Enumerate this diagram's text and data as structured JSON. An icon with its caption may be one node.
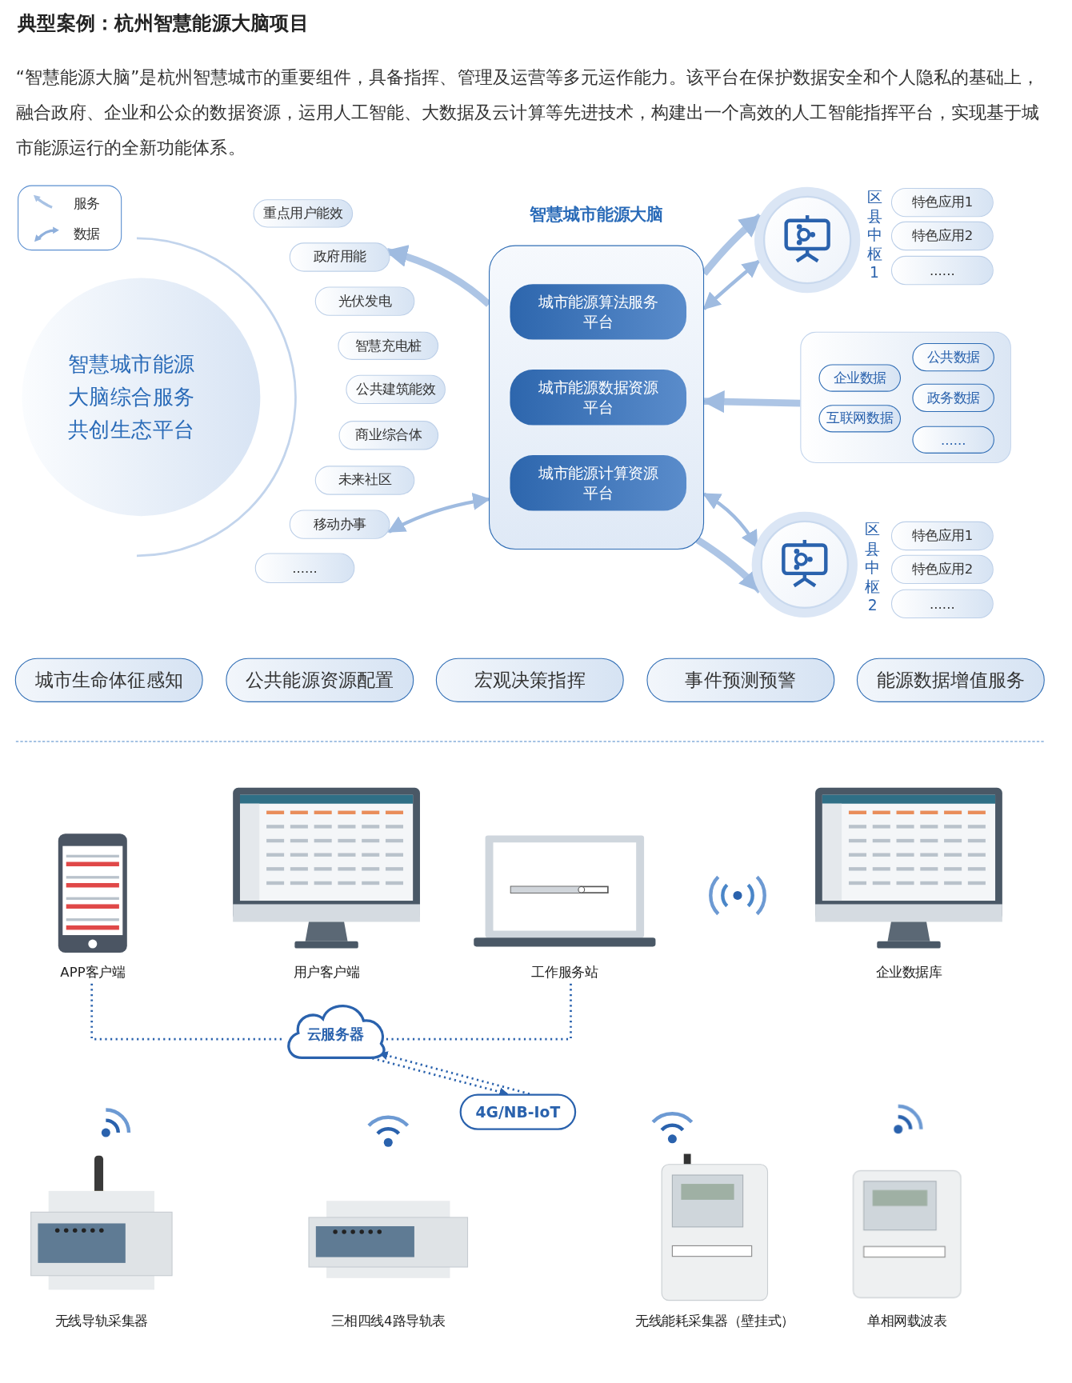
{
  "diagram": {
    "title": "典型案例：杭州智慧能源大脑项目",
    "nodes": [
      {
        "text": [
          "智慧城市能源大脑综合服务共创生态平台"
        ]
      },
      {
        "text": [
          "重点用户能效"
        ]
      },
      {
        "text": [
          "政府用能"
        ]
      },
      {
        "text": [
          "光伏发电"
        ]
      },
      {
        "text": [
          "智慧充电桩"
        ]
      },
      {
        "text": [
          "公共建筑能效"
        ]
      },
      {
        "text": [
          "商业综合体"
        ]
      },
      {
        "text": [
          "未来社区"
        ]
      },
      {
        "text": [
          "移动办事"
        ]
      },
      {
        "text": [
          "......"
        ]
      },
      {
        "text": [
          "智慧城市能源大脑"
        ]
      },
      {
        "text": [
          "城市能源算法服务平台"
        ],
        "in": 10
      },
      {
        "text": [
          "城市能源数据资源平台"
        ],
        "in": 10
      },
      {
        "text": [
          "城市能源计算资源平台"
        ],
        "in": 10
      },
      {
        "text": [],
        "shape": "circle",
        "beside": [
          "区县中枢1"
        ]
      },
      {
        "text": [
          "特色应用1"
        ]
      },
      {
        "text": [
          "特色应用2"
        ]
      },
      {
        "text": [
          "......"
        ]
      },
      {
        "text": [],
        "shape": "box"
      },
      {
        "text": [
          "公共数据"
        ],
        "in": 18
      },
      {
        "text": [
          "企业数据"
        ],
        "in": 18
      },
      {
        "text": [
          "政务数据"
        ],
        "in": 18
      },
      {
        "text": [
          "互联网数据"
        ],
        "in": 18
      },
      {
        "text": [
          "......"
        ],
        "in": 18
      },
      {
        "text": [],
        "shape": "circle",
        "beside": [
          "区县中枢2"
        ]
      },
      {
        "text": [
          "特色应用1"
        ]
      },
      {
        "text": [
          "特色应用2"
        ]
      },
      {
        "text": [
          "......"
        ]
      },
      {
        "text": [
          "城市生命体征感知"
        ]
      },
      {
        "text": [
          "公共能源资源配置"
        ]
      },
      {
        "text": [
          "宏观决策指挥"
        ]
      },
      {
        "text": [
          "事件预测预警"
        ]
      },
      {
        "text": [
          "能源数据增值服务"
        ]
      },
      {
        "text": [],
        "shape": "picture",
        "beside": [
          "APP客户端"
        ]
      },
      {
        "text": [],
        "shape": "picture",
        "beside": [
          "用户客户端"
        ]
      },
      {
        "text": [],
        "shape": "picture",
        "beside": [
          "工作服务站"
        ]
      },
      {
        "text": [],
        "shape": "picture",
        "beside": [
          "企业数据库"
        ]
      },
      {
        "text": [
          "云服务器"
        ]
      },
      {
        "text": [
          "4G/NB-IoT"
        ]
      },
      {
        "text": [],
        "shape": "picture",
        "beside": [
          "无线导轨采集器"
        ]
      },
      {
        "text": [],
        "shape": "picture",
        "beside": [
          "三相四线4路导轨表"
        ]
      },
      {
        "text": [],
        "shape": "picture",
        "beside": [
          "无线能耗采集器（壁挂式）"
        ]
      },
      {
        "text": [],
        "shape": "picture",
        "beside": [
          "单相网载波表"
        ]
      }
    ],
    "edges": [
      {
        "from": 10,
        "to": 2,
        "arrow": "to",
        "style": "thick"
      },
      {
        "from": 10,
        "to": 8,
        "arrow": "both"
      },
      {
        "from": 10,
        "to": 14,
        "arrow": "to",
        "style": "thick"
      },
      {
        "from": 10,
        "to": 14,
        "arrow": "both"
      },
      {
        "from": 18,
        "to": 10,
        "arrow": "to",
        "style": "thick"
      },
      {
        "from": 10,
        "to": 24,
        "arrow": "both"
      },
      {
        "from": 10,
        "to": 24,
        "arrow": "to",
        "style": "thick"
      },
      {
        "from": 33,
        "to": 37,
        "arrow": "none",
        "style": "dashed",
        "color": "#2a62ad"
      },
      {
        "from": 35,
        "to": 37,
        "arrow": "none",
        "style": "dashed",
        "color": "#2a62ad"
      },
      {
        "from": 38,
        "to": 37,
        "arrow": "to",
        "style": "dashed",
        "color": "#2a62ad"
      },
      {
        "from": 37,
        "to": 38,
        "arrow": "to",
        "style": "dashed",
        "color": "#2a62ad"
      }
    ],
    "labels": [
      "“智慧能源大脑”是杭州智慧城市的重要组件，具备指挥、管理及运营等多元运作能力。该平台在保护数据安全和个人隐私的基础上，融合政府、企业和公众的数据资源，运用人工智能、大数据及云计算等先进技术，构建出一个高效的人工智能指挥平台，实现基于城市能源运行的全新功能体系。"
    ],
    "legend": [
      {
        "text": "服务"
      },
      {
        "text": "数据"
      }
    ]
  }
}
